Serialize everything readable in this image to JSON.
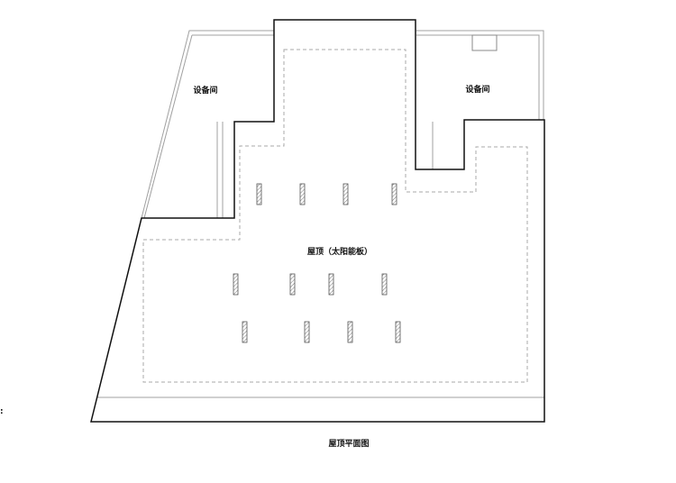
{
  "drawing": {
    "title": "屋顶平面图",
    "rooms": {
      "equipment_left": "设备间",
      "equipment_right": "设备间",
      "roof_center": "屋顶（太阳能板）"
    },
    "edge_mark": ":"
  },
  "colors": {
    "wall": "#111111",
    "parapet": "#9a9a9a",
    "dashed": "#aaaaaa",
    "hatch": "#666666"
  }
}
